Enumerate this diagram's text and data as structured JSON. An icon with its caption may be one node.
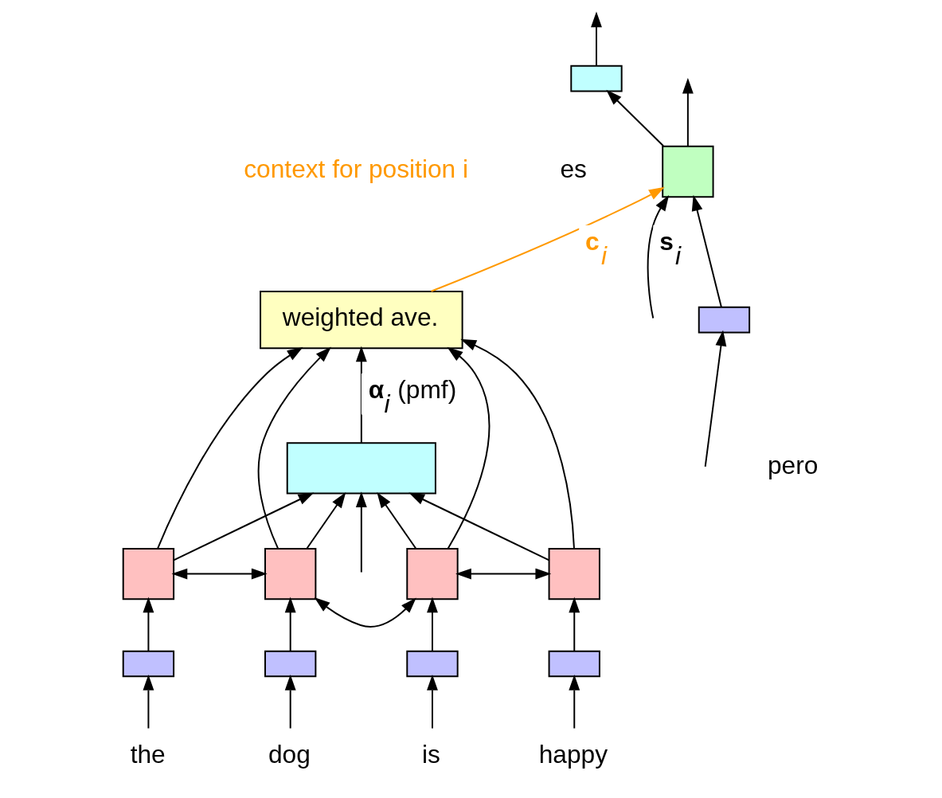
{
  "diagram": {
    "nodes": [
      {
        "text": [
          "weighted ave."
        ]
      },
      {
        "text": [],
        "shape": "box"
      },
      {
        "text": [],
        "shape": "box"
      },
      {
        "text": [],
        "shape": "box"
      },
      {
        "text": [],
        "shape": "box"
      },
      {
        "text": [],
        "shape": "box"
      },
      {
        "text": [],
        "shape": "box"
      },
      {
        "text": [],
        "shape": "box"
      },
      {
        "text": [],
        "shape": "box"
      },
      {
        "text": [],
        "shape": "box"
      },
      {
        "text": [
          "the"
        ]
      },
      {
        "text": [
          "dog"
        ]
      },
      {
        "text": [
          "is"
        ]
      },
      {
        "text": [
          "happy"
        ]
      },
      {
        "text": [],
        "shape": "box"
      },
      {
        "text": [],
        "shape": "box"
      },
      {
        "text": [],
        "shape": "box"
      }
    ],
    "edges": [
      {
        "from": 10,
        "to": 6,
        "arrow": "to"
      },
      {
        "from": 11,
        "to": 7,
        "arrow": "to"
      },
      {
        "from": 12,
        "to": 8,
        "arrow": "to"
      },
      {
        "from": 13,
        "to": 9,
        "arrow": "to"
      },
      {
        "from": 6,
        "to": 2,
        "arrow": "to"
      },
      {
        "from": 7,
        "to": 3,
        "arrow": "to"
      },
      {
        "from": 8,
        "to": 4,
        "arrow": "to"
      },
      {
        "from": 9,
        "to": 5,
        "arrow": "to"
      },
      {
        "from": 2,
        "to": 3,
        "arrow": "both"
      },
      {
        "from": 3,
        "to": 4,
        "arrow": "both"
      },
      {
        "from": 4,
        "to": 5,
        "arrow": "both"
      },
      {
        "from": 2,
        "to": 1,
        "arrow": "to"
      },
      {
        "from": 3,
        "to": 1,
        "arrow": "to"
      },
      {
        "from": 4,
        "to": 1,
        "arrow": "to"
      },
      {
        "from": 5,
        "to": 1,
        "arrow": "to"
      },
      {
        "from": 2,
        "to": 0,
        "arrow": "to"
      },
      {
        "from": 3,
        "to": 0,
        "arrow": "to"
      },
      {
        "from": 4,
        "to": 0,
        "arrow": "to"
      },
      {
        "from": 5,
        "to": 0,
        "arrow": "to"
      },
      {
        "from": 1,
        "to": 0,
        "arrow": "to",
        "label": "**α**$_{i}$ (pmf)"
      },
      {
        "from": 0,
        "to": 14,
        "arrow": "to",
        "label": "**c**$_{i}$",
        "color": "#ff9900"
      },
      {
        "from": null,
        "to": 14,
        "arrow": "to",
        "label": "**s**$_{i}$"
      },
      {
        "from": null,
        "to": 1,
        "arrow": "to"
      },
      {
        "from": 16,
        "to": 14,
        "arrow": "to"
      },
      {
        "from": 14,
        "to": 15,
        "arrow": "to"
      },
      {
        "from": 14,
        "to": null,
        "arrow": "to"
      },
      {
        "from": 15,
        "to": null,
        "arrow": "to"
      },
      {
        "from": null,
        "to": 16,
        "arrow": "to"
      }
    ],
    "labels": [
      "es",
      "context for position i",
      "pero"
    ]
  }
}
